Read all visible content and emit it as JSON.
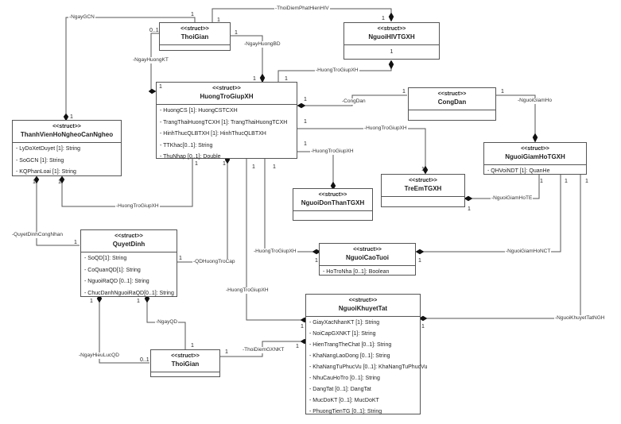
{
  "diagram": {
    "classes": {
      "thoigian_top": {
        "stereotype": "<<struct>>",
        "name": "ThoiGian",
        "attributes": []
      },
      "nguoihiv": {
        "stereotype": "<<struct>>",
        "name": "NguoiHIVTGXH",
        "attributes": [],
        "inner_label": "1"
      },
      "huongtrogiup": {
        "stereotype": "<<struct>>",
        "name": "HuongTroGiupXH",
        "attributes": [
          "- HuongCS [1]: HuongCSTCXH",
          "- TrangThaiHuongTCXH [1]: TrangThaiHuongTCXH",
          "- HinhThucQLBTXH [1]: HinhThucQLBTXH",
          "- TTKhac[0..1]: String",
          "- ThuNhap [0..1]: Double"
        ]
      },
      "congdan": {
        "stereotype": "<<struct>>",
        "name": "CongDan",
        "attributes": []
      },
      "thanhvien": {
        "stereotype": "<<struct>>",
        "name": "ThanhVienHoNgheoCanNgheo",
        "attributes": [
          "- LyDoXetDuyet [1]: String",
          "- SoGCN [1]: String",
          "- KQPhanLoai [1]: String"
        ]
      },
      "nguoigiamho": {
        "stereotype": "<<struct>>",
        "name": "NguoiGiamHoTGXH",
        "attributes": [
          "- QHVoiNDT [1]: QuanHe"
        ]
      },
      "nguoidonthan": {
        "stereotype": "<<struct>>",
        "name": "NguoiDonThanTGXH",
        "attributes": []
      },
      "treem": {
        "stereotype": "<<struct>>",
        "name": "TreEmTGXH",
        "attributes": []
      },
      "quyetdinh": {
        "stereotype": "<<struct>>",
        "name": "QuyetDinh",
        "attributes": [
          "- SoQD[1]: String",
          "- CoQuanQD[1]: String",
          "- NguoiRaQD [0..1]: String",
          "- ChucDanhNguoiRaQD[0..1]: String"
        ]
      },
      "nguoicaotuoi": {
        "stereotype": "<<struct>>",
        "name": "NguoiCaoTuoi",
        "attributes": [
          "- HoTroNha [0..1]: Boolean"
        ]
      },
      "nguoikhuyettat": {
        "stereotype": "<<struct>>",
        "name": "NguoiKhuyetTat",
        "attributes": [
          "- GiayXacNhanKT [1]: String",
          "- NoiCapGXNKT [1]: String",
          "- HienTrangTheChat [0..1]: String",
          "- KhaNangLaoDong [0..1]: String",
          "- KhaNangTuPhucVu [0..1]: KhaNangTuPhucVu",
          "- NhuCauHoTro [0..1]: String",
          "- DangTat [0..1]: DangTat",
          "- MucDoKT [0..1]: MucDoKT",
          "- PhuongTienTG [0..1]: String"
        ]
      },
      "thoigian_bottom": {
        "stereotype": "<<struct>>",
        "name": "ThoiGian",
        "attributes": []
      }
    },
    "association_labels": {
      "ngaygcn": "-NgayGCN",
      "thoidiemphathienhiv": "-ThoiDiemPhatHienHIV",
      "ngayhuongkt": "-NgayHuongKT",
      "ngayhuongbd": "-NgayHuongBD",
      "hiv_huongtrogiup": "-HuongTroGiupXH",
      "congdan": "-CongDan",
      "nguoigiamho": "-NguoiGiamHo",
      "treem_huongtrogiup": "-HuongTroGiupXH",
      "donthan_huongtrogiup": "-HuongTroGiupXH",
      "thanhvien_huongtrogiup": "-HuongTroGiupXH",
      "nguoigiamhote": "-NguoiGiamHoTE",
      "quyetdinhcongnhan": "-QuyetDinhCongNhan",
      "qdhuongtrocap": "-QDHuongTroCap",
      "caotuoi_huongtrogiup": "-HuongTroGiupXH",
      "nguoigiamhonct": "-NguoiGiamHoNCT",
      "khuyettat_huongtrogiup": "-HuongTroGiupXH",
      "nguoikhuyettatngh": "-NguoiKhuyetTatNGH",
      "ngayqd": "-NgayQD",
      "ngayhieulucqd": "-NgayHieuLucQD",
      "thoidiemgxnkt": "-ThoiDiemGXNKT"
    },
    "multiplicities": {
      "one": "1",
      "zero_one": "0..1"
    }
  }
}
